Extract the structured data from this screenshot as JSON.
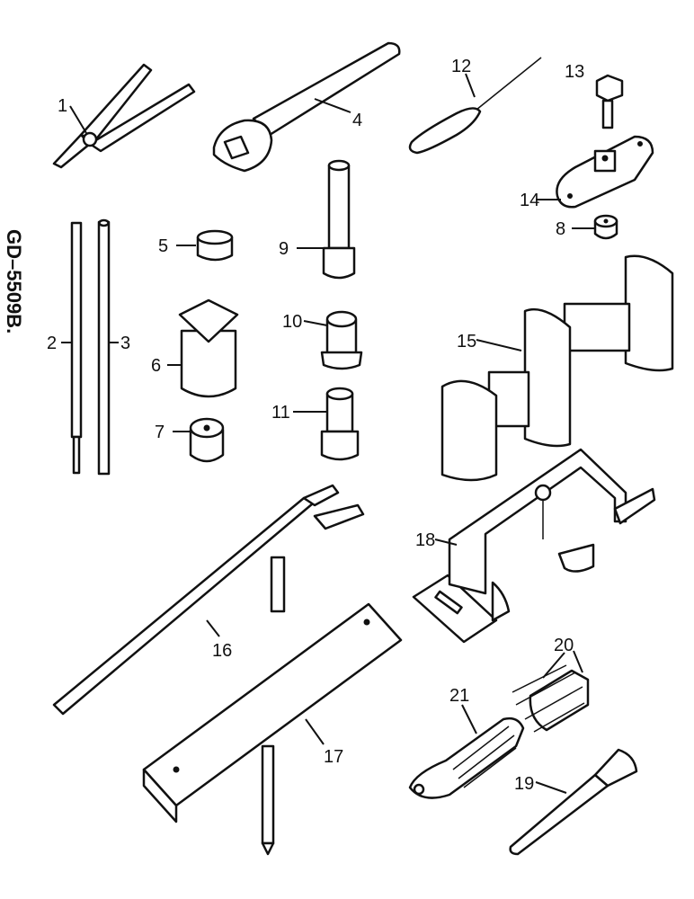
{
  "diagram": {
    "reference_code": "GD–5509B.",
    "labels": [
      "1",
      "2",
      "3",
      "4",
      "5",
      "6",
      "7",
      "8",
      "9",
      "10",
      "11",
      "12",
      "13",
      "14",
      "15",
      "16",
      "17",
      "18",
      "19",
      "20",
      "21"
    ],
    "icons": {
      "1": "pliers-icon",
      "2": "rod-icon",
      "3": "tube-rod-icon",
      "4": "wrench-icon",
      "5": "ring-sleeve-icon",
      "6": "sleeve-icon",
      "7": "small-drift-icon",
      "8": "nut-icon",
      "9": "drift-punch-icon",
      "10": "driver-icon",
      "11": "sleeve-driver-icon",
      "12": "scriber-icon",
      "13": "bolt-icon",
      "14": "plate-icon",
      "15": "spool-holder-icon",
      "16": "fork-lever-icon",
      "17": "bar-tool-icon",
      "18": "clamp-fixture-icon",
      "19": "brush-icon",
      "20": "bit-set-icon",
      "21": "screwdriver-handle-icon"
    }
  }
}
